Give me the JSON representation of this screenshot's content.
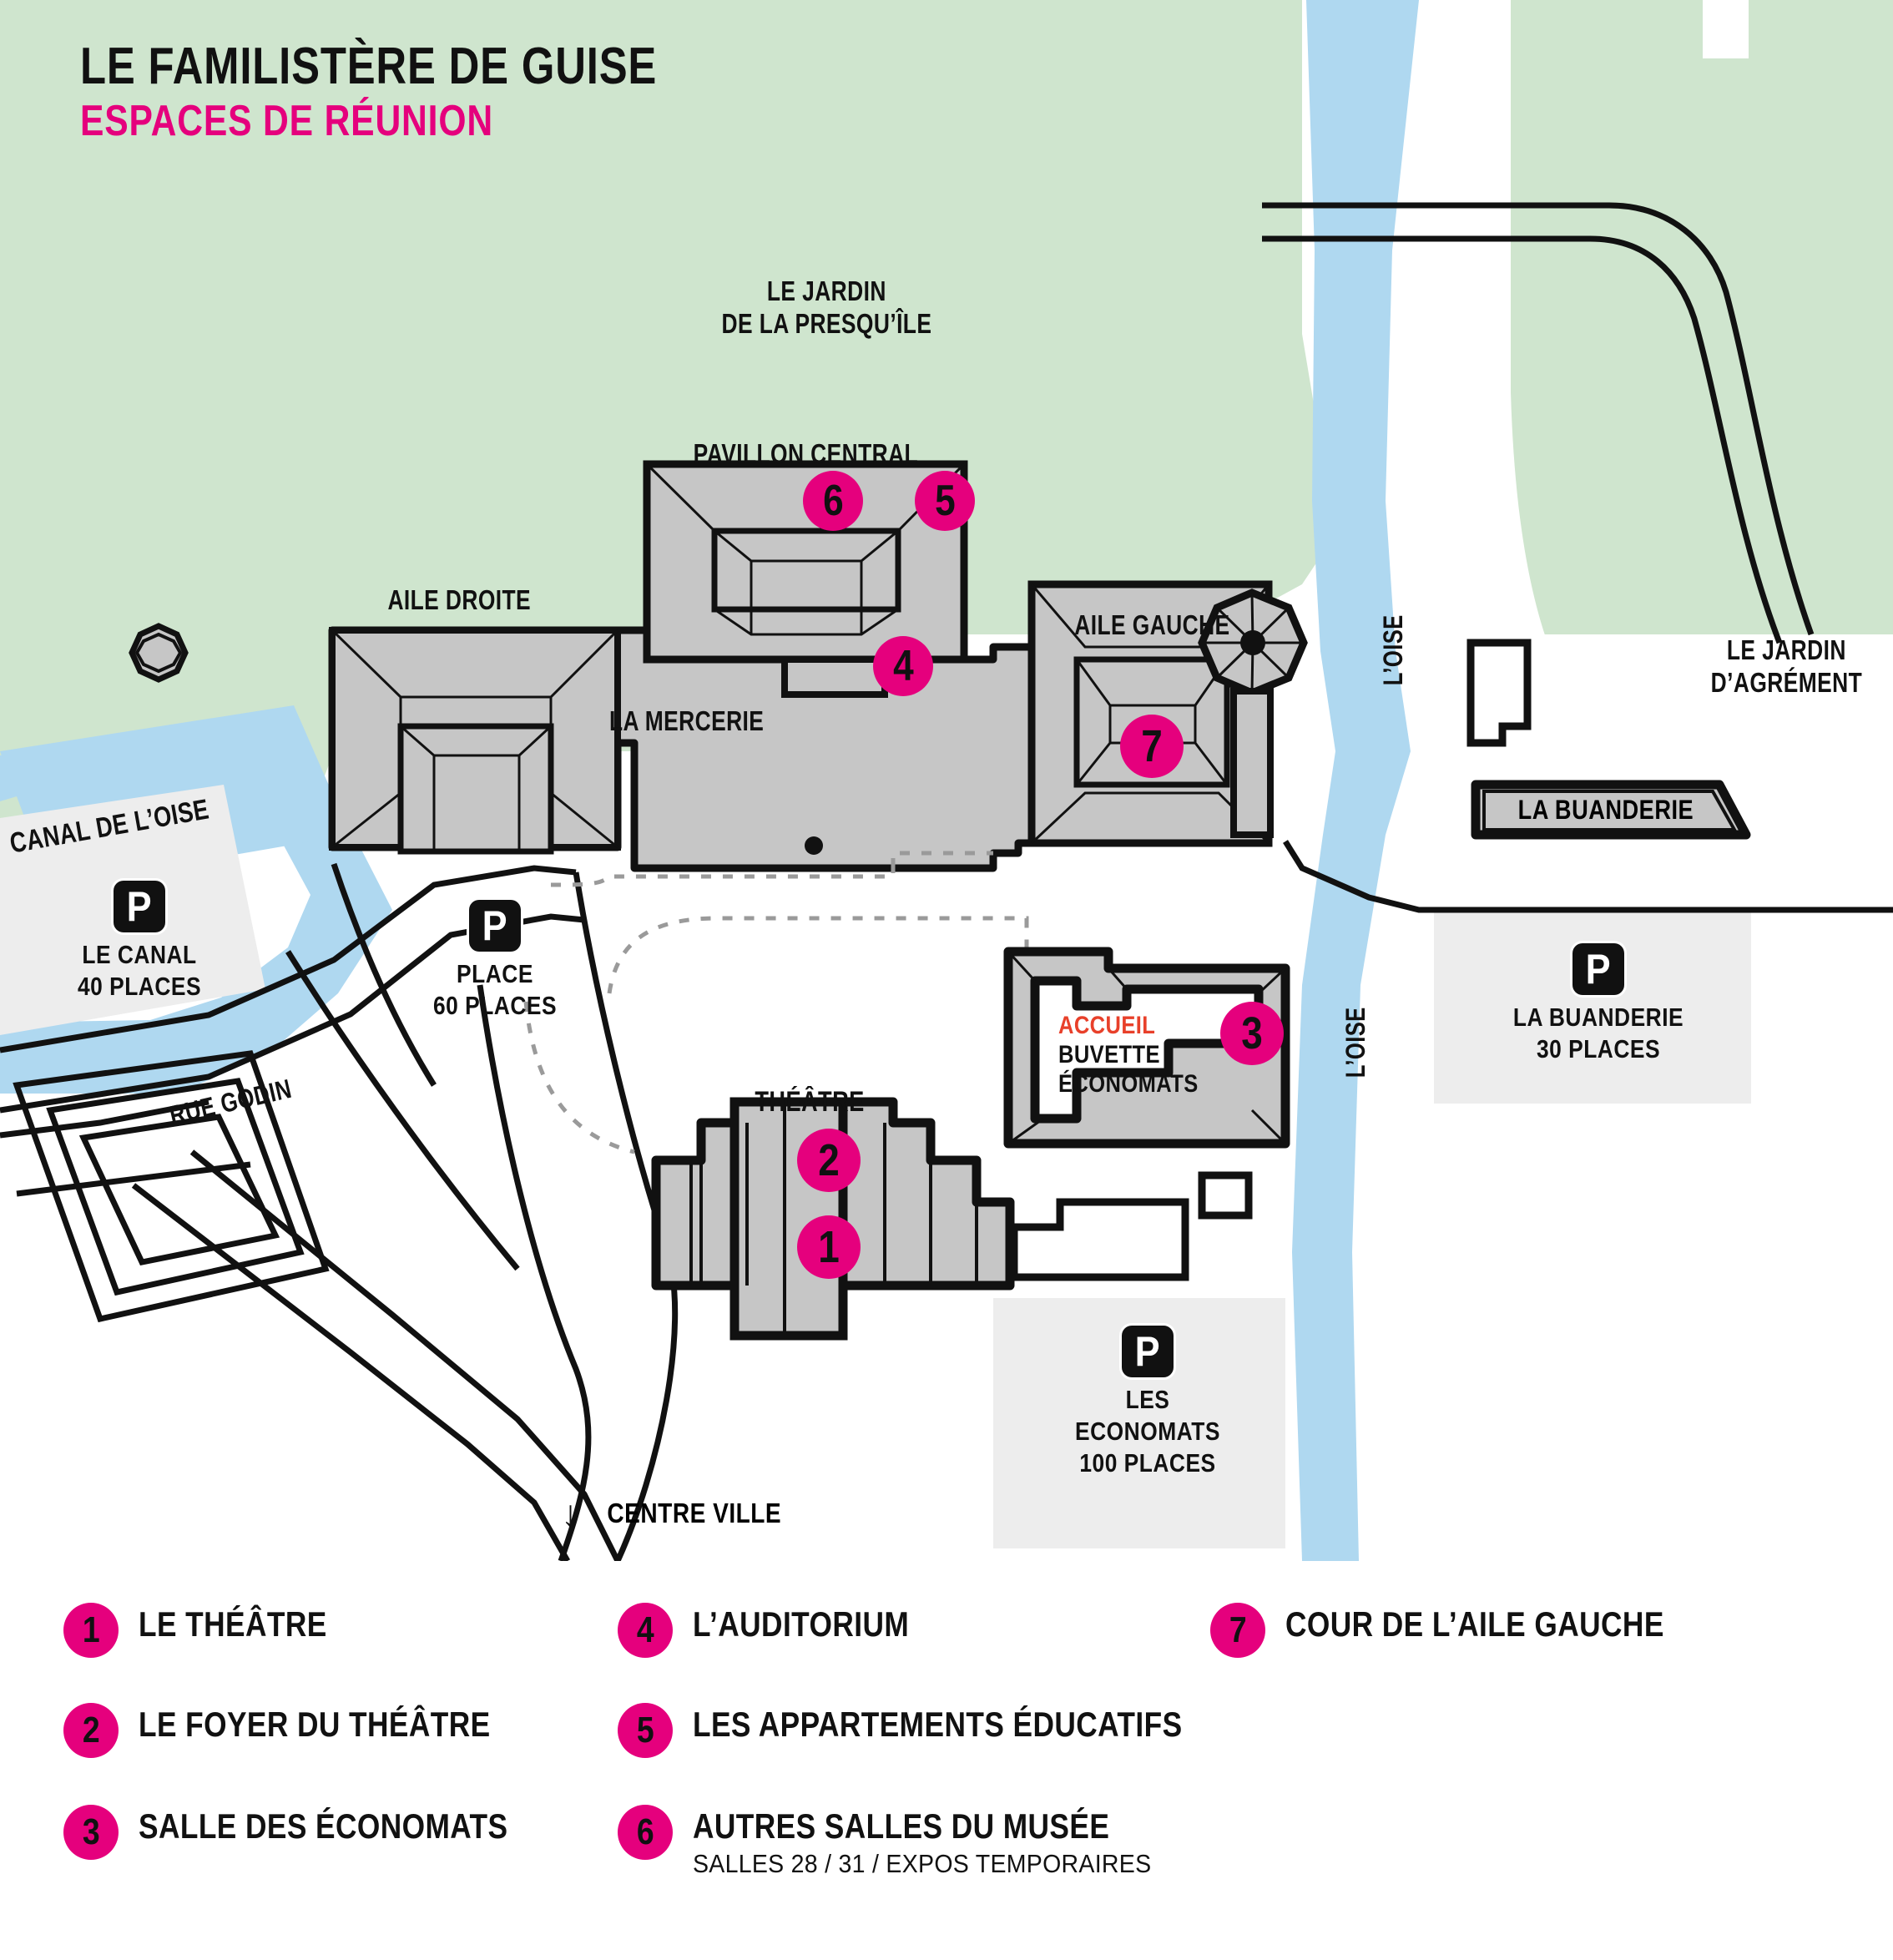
{
  "header": {
    "title": "LE FAMILISTÈRE DE GUISE",
    "subtitle": "ESPACES DE RÉUNION",
    "subtitle_color": "#E5007D"
  },
  "colors": {
    "pink": "#E5007D",
    "green_area": "#CFE5CE",
    "water_blue": "#AFD8F0",
    "building_grey": "#C6C6C6",
    "parking_grey": "#EDEDED",
    "accueil_red": "#E8402A",
    "outline_black": "#111111"
  },
  "map_labels": {
    "jardin_presquile_line1": "LE JARDIN",
    "jardin_presquile_line2": "DE LA PRESQU’ÎLE",
    "pavillon_central": "PAVILLON CENTRAL",
    "aile_droite": "AILE DROITE",
    "aile_gauche": "AILE GAUCHE",
    "la_mercerie": "LA MERCERIE",
    "theatre": "THÉÂTRE",
    "canal_de_loise": "CANAL DE L’OISE",
    "rue_godin": "RUE GODIN",
    "loise_top": "L’OISE",
    "loise_bottom": "L’OISE",
    "la_buanderie_building": "LA BUANDERIE",
    "jardin_agrement_line1": "LE JARDIN",
    "jardin_agrement_line2": "D’AGRÉMENT",
    "centre_ville": "CENTRE VILLE",
    "centre_ville_arrow": "down-arrow-icon"
  },
  "accueil_block": {
    "line1": "ACCUEIL",
    "line2": "BUVETTE",
    "line3": "ÉCONOMATS"
  },
  "parkings": [
    {
      "icon": "P",
      "name": "LE CANAL",
      "capacity": "40 PLACES"
    },
    {
      "icon": "P",
      "name": "PLACE",
      "capacity": "60 PLACES"
    },
    {
      "icon": "P",
      "name": "LA BUANDERIE",
      "capacity": "30 PLACES"
    },
    {
      "icon": "P",
      "name": "LES ECONOMATS",
      "capacity": "100 PLACES"
    }
  ],
  "map_markers": [
    {
      "number": "1",
      "target": "le-theatre"
    },
    {
      "number": "2",
      "target": "le-foyer-du-theatre"
    },
    {
      "number": "3",
      "target": "salle-des-economats"
    },
    {
      "number": "4",
      "target": "l-auditorium"
    },
    {
      "number": "5",
      "target": "les-appartements-educatifs"
    },
    {
      "number": "6",
      "target": "autres-salles-du-musee"
    },
    {
      "number": "7",
      "target": "cour-de-l-aile-gauche"
    }
  ],
  "legend": [
    {
      "number": "1",
      "label": "LE THÉÂTRE",
      "sub": ""
    },
    {
      "number": "2",
      "label": "LE FOYER DU THÉÂTRE",
      "sub": ""
    },
    {
      "number": "3",
      "label": "SALLE DES ÉCONOMATS",
      "sub": ""
    },
    {
      "number": "4",
      "label": "L’AUDITORIUM",
      "sub": ""
    },
    {
      "number": "5",
      "label": "LES APPARTEMENTS ÉDUCATIFS",
      "sub": ""
    },
    {
      "number": "6",
      "label": "AUTRES SALLES DU MUSÉE",
      "sub": "SALLES 28 / 31 / EXPOS TEMPORAIRES"
    },
    {
      "number": "7",
      "label": "COUR DE L’AILE GAUCHE",
      "sub": ""
    }
  ]
}
